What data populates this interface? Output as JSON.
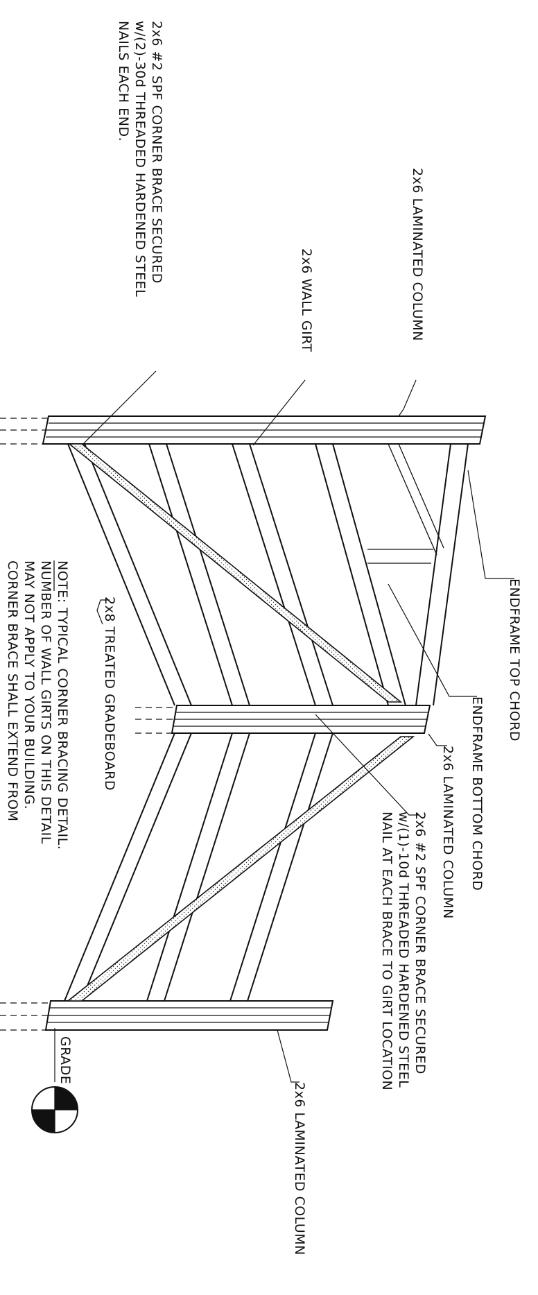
{
  "labels": {
    "corner_brace_top": {
      "line1": "2x6 #2 SPF CORNER BRACE SECURED",
      "line2": "w/(2)-30d THREADED HARDENED STEEL",
      "line3": "NAILS EACH END."
    },
    "laminated_column_top": "2x6 LAMINATED COLUMN",
    "wall_girt": "2x6 WALL GIRT",
    "endframe_top_chord": "ENDFRAME TOP CHORD",
    "endframe_bottom_chord": "ENDFRAME BOTTOM CHORD",
    "laminated_column_middle": "2x6 LAMINATED COLUMN",
    "treated_gradeboard": "2x8 TREATED GRADEBOARD",
    "corner_brace_bottom": {
      "line1": "2x6 #2 SPF CORNER BRACE SECURED",
      "line2": "w/(1)-10d THREADED HARDENED STEEL",
      "line3": "NAIL AT EACH BRACE TO GIRT LOCATION"
    },
    "note": {
      "line1": "NOTE: TYPICAL CORNER BRACING DETAIL.",
      "line2": "NUMBER OF WALL GIRTS ON THIS DETAIL",
      "line3": "MAY NOT APPLY TO YOUR BUILDING.",
      "line4": "CORNER BRACE SHALL EXTEND FROM"
    },
    "grade": "GRADE",
    "laminated_column_bottom": "2x6 LAMINATED COLUMN"
  },
  "grade_symbol_icon": "grade-datum-icon"
}
